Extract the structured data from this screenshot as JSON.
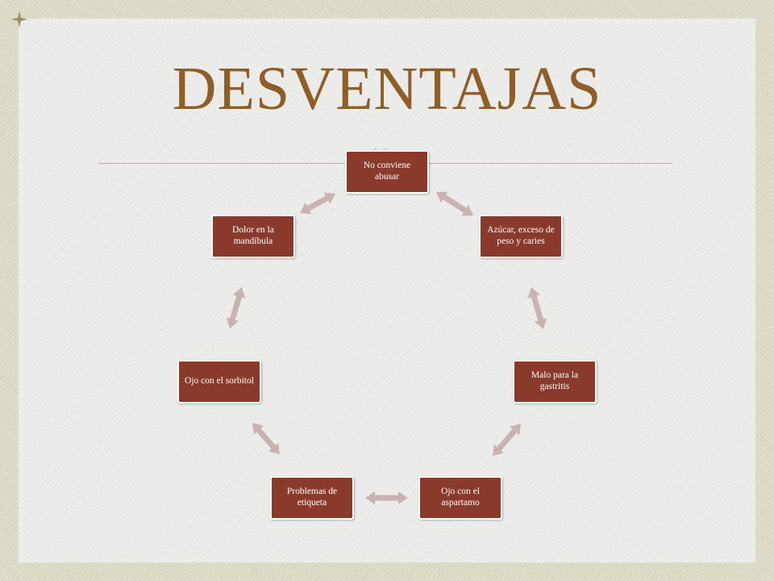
{
  "slide": {
    "title": "DESVENTAJAS",
    "title_residue": "· ·"
  },
  "colors": {
    "frame": "#dfdcc8",
    "background": "#ededeb",
    "title": "#8e5e26",
    "rule": "#c9a974",
    "node_fill": "#8a3a2b",
    "node_text": "#ffffff",
    "arrow": "#c9b3b1"
  },
  "icons": {
    "corner": "four-point-star-bullet-icon",
    "connector": "double-headed-arrow-icon"
  },
  "cycle": {
    "nodes": [
      "No conviene abusar",
      "Azúcar, exceso de peso y caries",
      "Malo para la gastritis",
      "Ojo con el aspartamo",
      "Problemas de etiqueta",
      "Ojo con el sorbitol",
      "Dolor en la mandíbula"
    ]
  }
}
